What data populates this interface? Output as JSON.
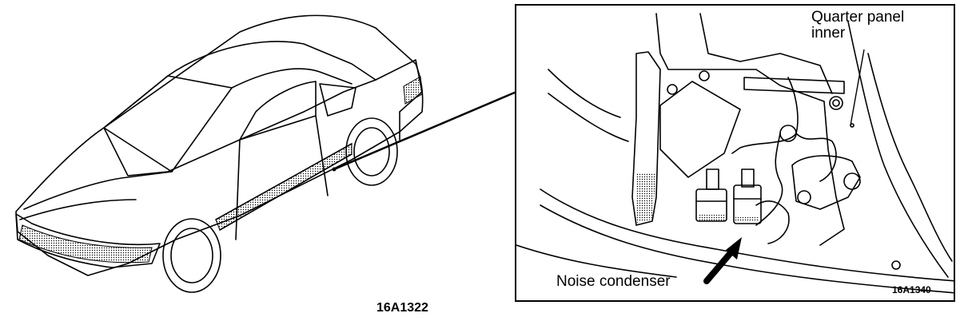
{
  "figure": {
    "car_figure_code": "16A1322",
    "detail_figure_code": "16A1340"
  },
  "labels": {
    "quarter_panel_line1": "Quarter panel",
    "quarter_panel_line2": "inner",
    "noise_condenser": "Noise condenser"
  }
}
